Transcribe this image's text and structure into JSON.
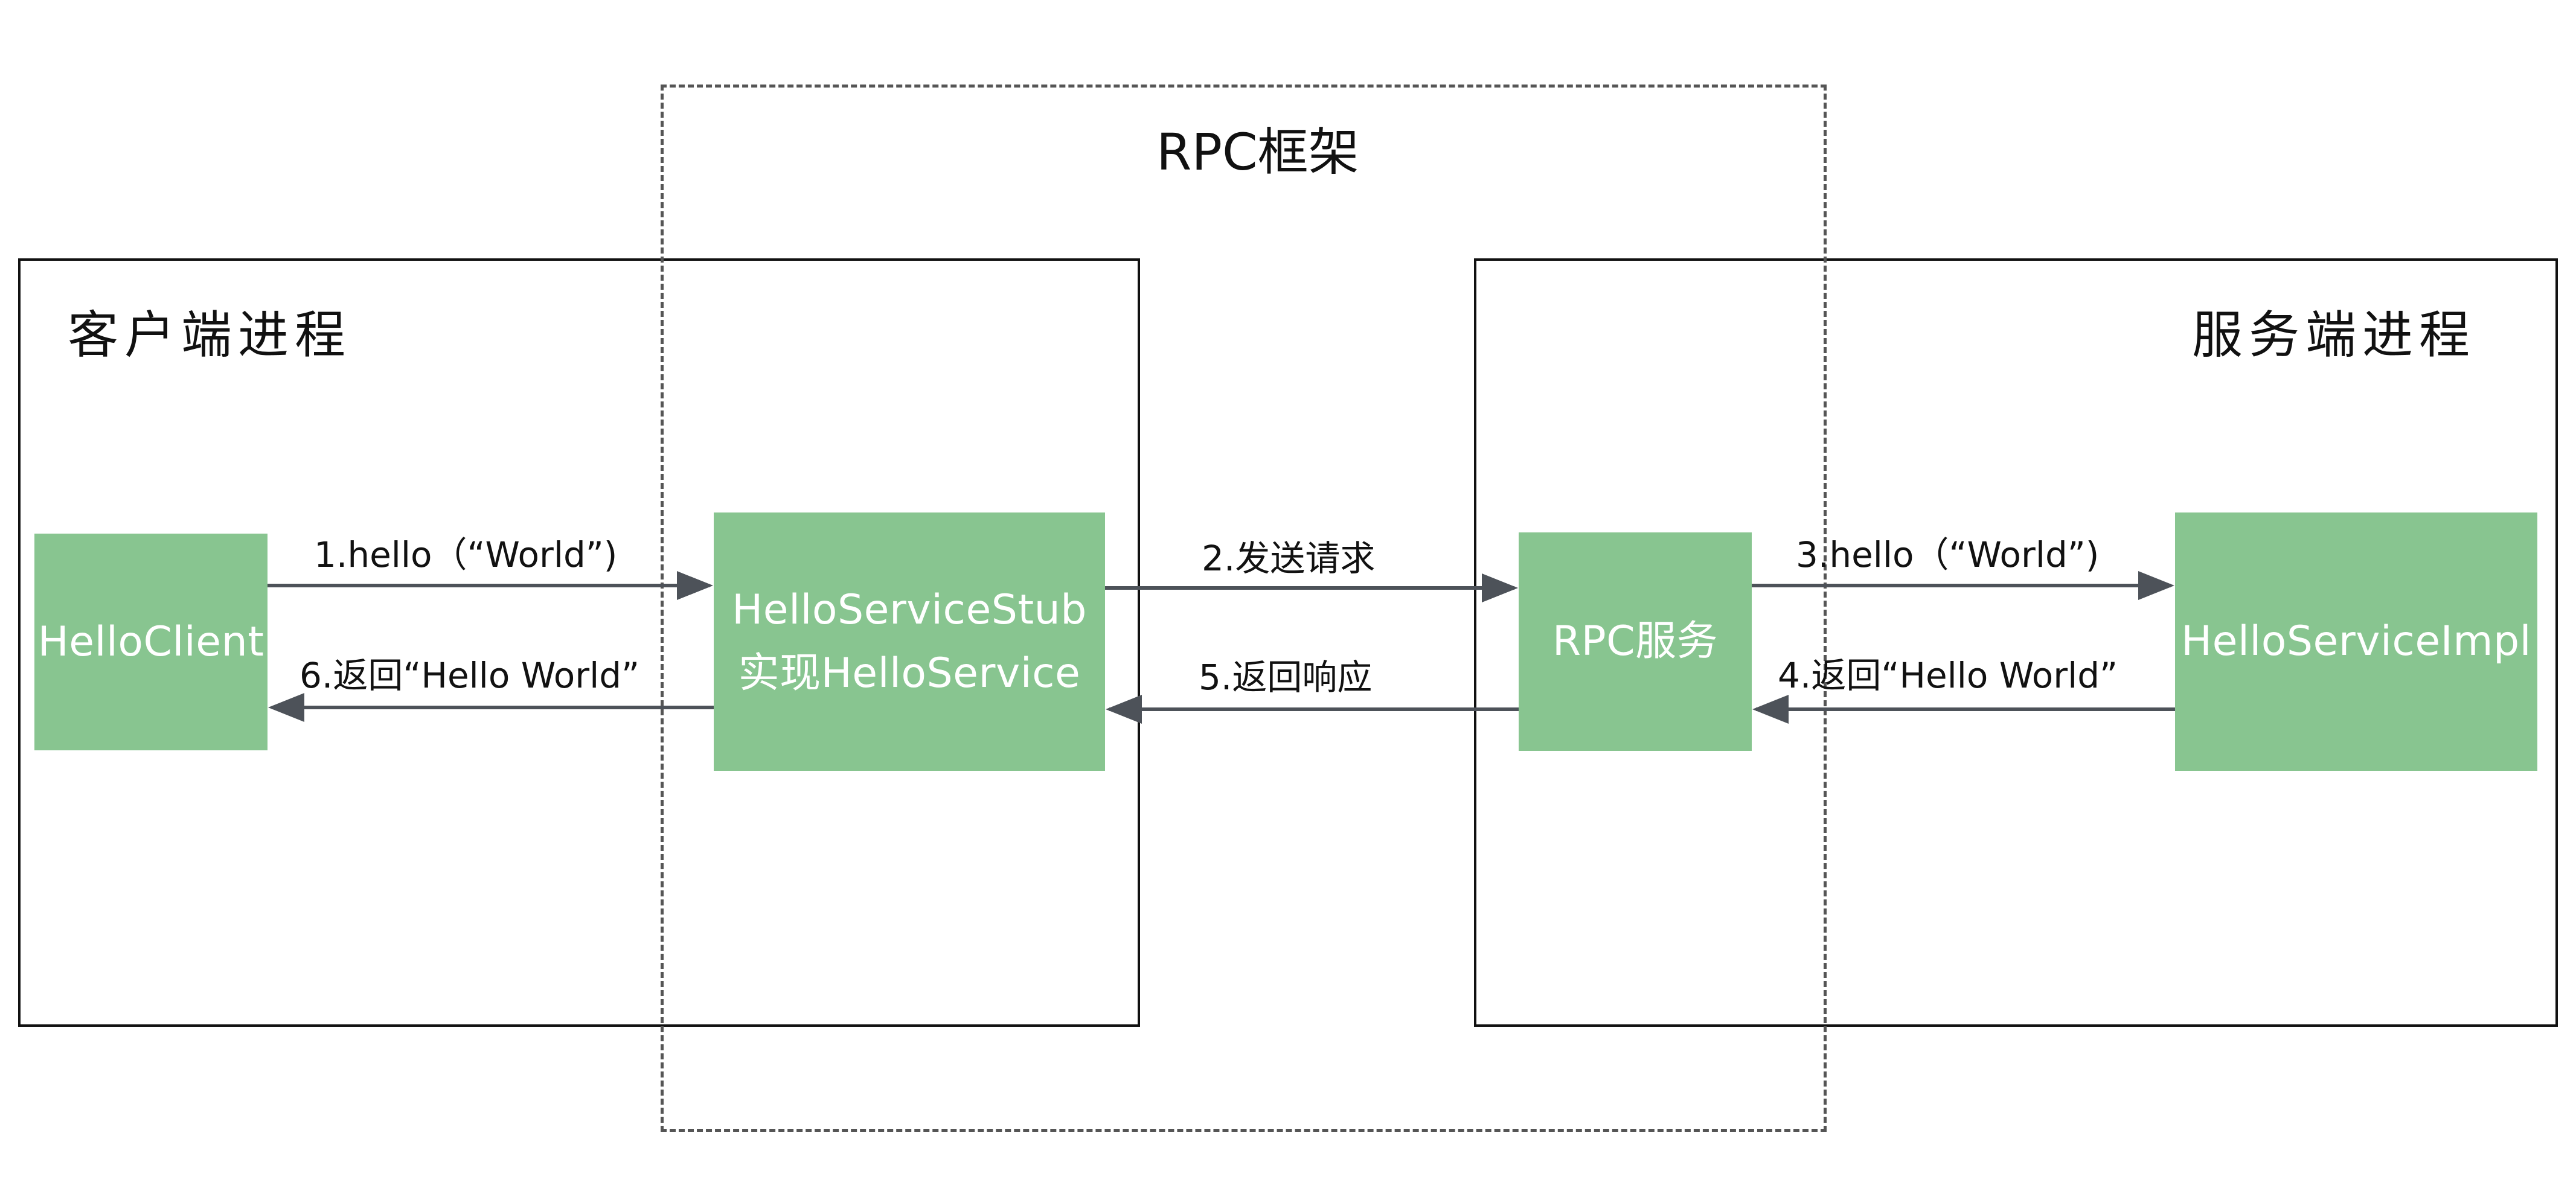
{
  "framework": {
    "title": "RPC框架"
  },
  "client_process": {
    "title": "客户端进程"
  },
  "server_process": {
    "title": "服务端进程"
  },
  "nodes": {
    "hello_client": {
      "label": "HelloClient"
    },
    "stub": {
      "line1": "HelloServiceStub",
      "line2": "实现HelloService"
    },
    "rpc_service": {
      "label": "RPC服务"
    },
    "impl": {
      "label": "HelloServiceImpl"
    }
  },
  "arrows": {
    "a1": "1.hello（“World”)",
    "a2": "2.发送请求",
    "a3": "3.hello（“World”)",
    "a4": "4.返回“Hello World”",
    "a5": "5.返回响应",
    "a6": "6.返回“Hello World”"
  },
  "colors": {
    "node_fill": "#88c590",
    "arrow": "#4d5259",
    "border": "#111111",
    "dashed_border": "#555555"
  }
}
